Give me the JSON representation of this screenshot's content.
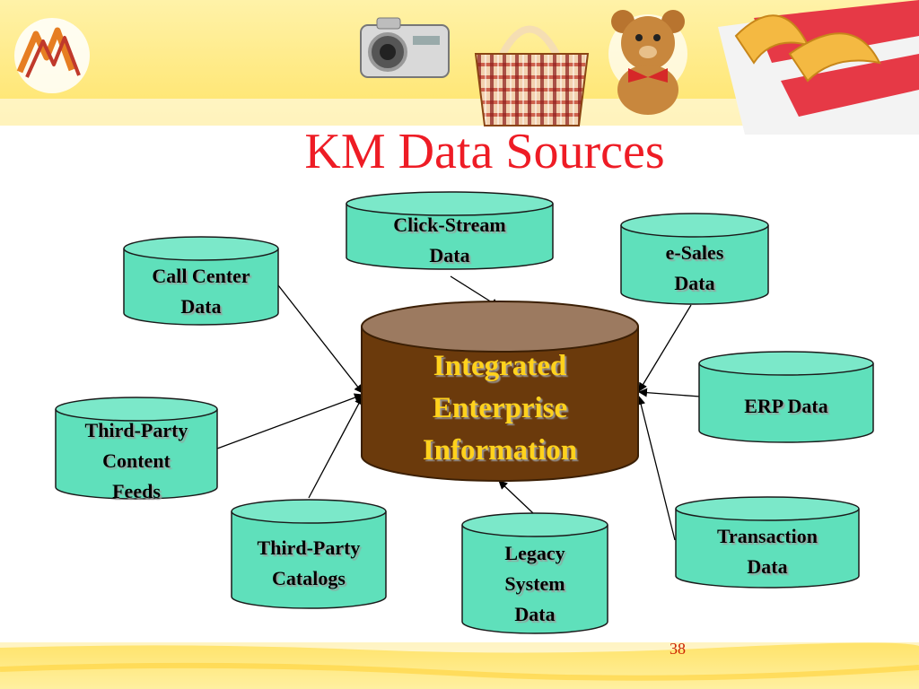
{
  "slide": {
    "title": "KM Data Sources",
    "page_number": "38"
  },
  "diagram": {
    "center": {
      "lines": [
        "Integrated",
        "Enterprise",
        "Information"
      ]
    },
    "sources": [
      {
        "id": "click-stream",
        "lines": [
          "Click-Stream",
          "Data"
        ]
      },
      {
        "id": "call-center",
        "lines": [
          "Call Center",
          "Data"
        ]
      },
      {
        "id": "e-sales",
        "lines": [
          "e-Sales",
          "Data"
        ]
      },
      {
        "id": "erp",
        "lines": [
          "ERP Data"
        ]
      },
      {
        "id": "third-party-content",
        "lines": [
          "Third-Party",
          "Content",
          "Feeds"
        ]
      },
      {
        "id": "third-party-catalogs",
        "lines": [
          "Third-Party",
          "Catalogs"
        ]
      },
      {
        "id": "legacy-system",
        "lines": [
          "Legacy",
          "System",
          "Data"
        ]
      },
      {
        "id": "transaction",
        "lines": [
          "Transaction",
          "Data"
        ]
      }
    ]
  },
  "colors": {
    "title": "#ee1c25",
    "source_fill": "#5fe0bb",
    "source_top": "#7be8c9",
    "center_fill": "#6b3a0c",
    "center_top": "#9c7a60",
    "center_text": "#ffd21f"
  }
}
